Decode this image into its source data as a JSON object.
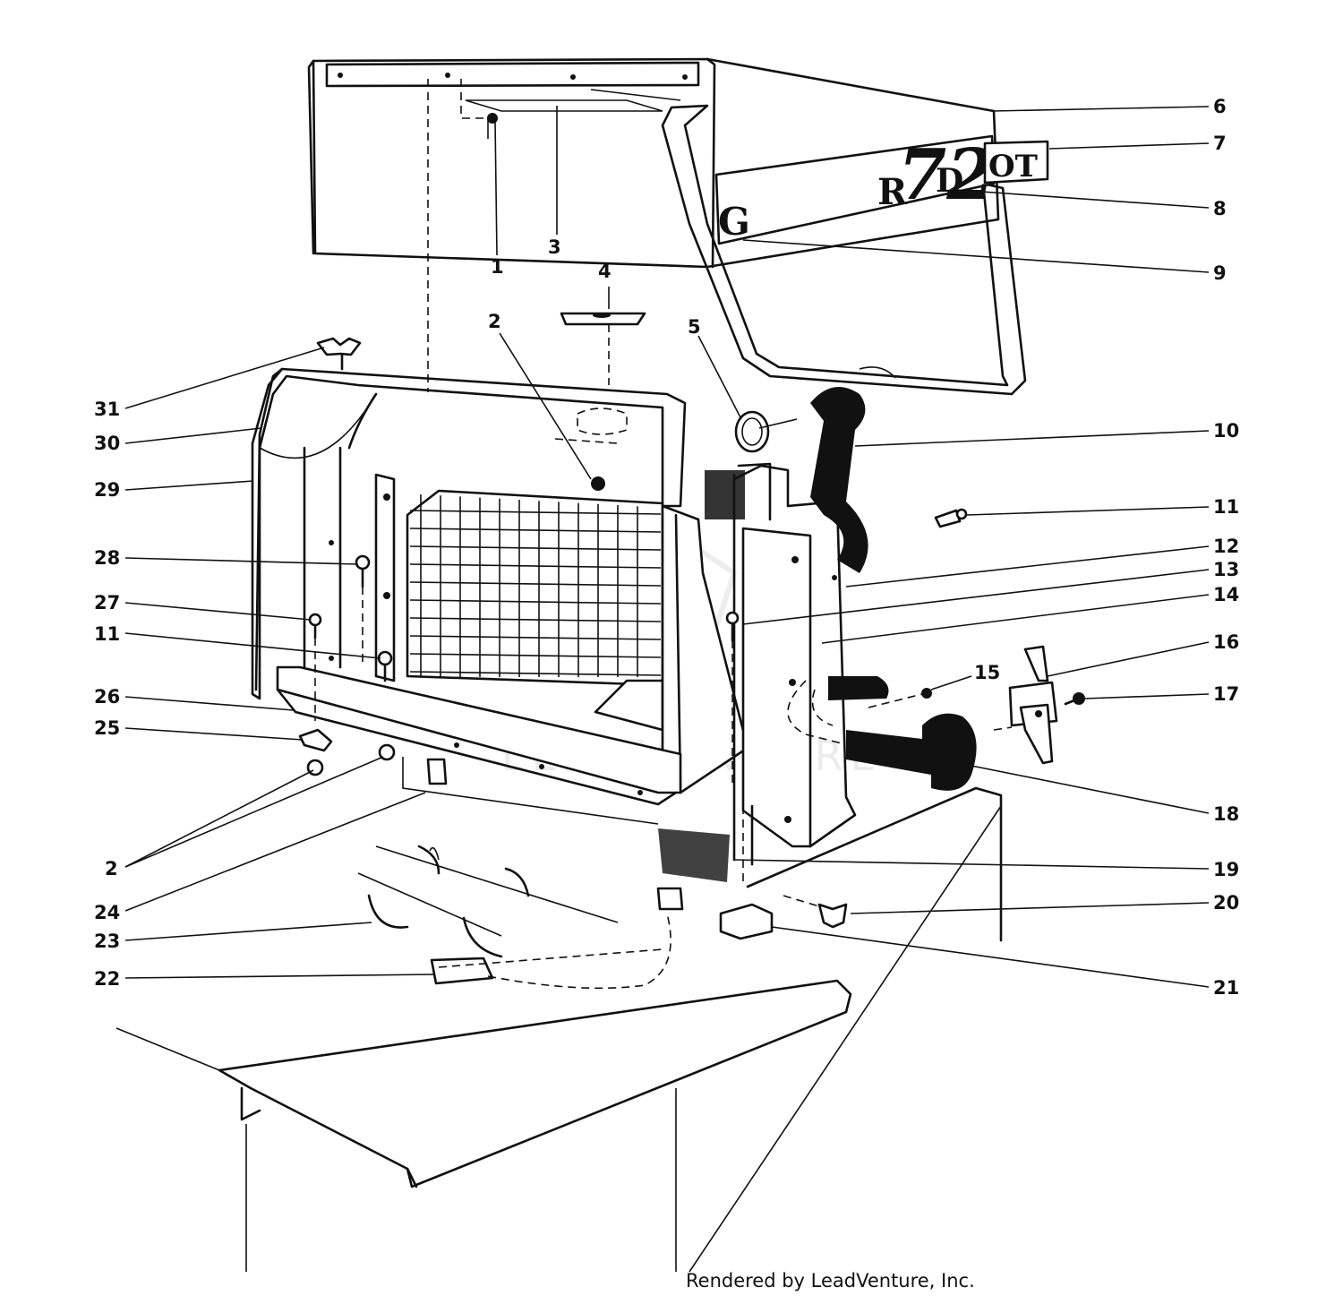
{
  "diagram": {
    "decal": {
      "text_1": "G",
      "text_2": "R",
      "text_3": "72",
      "text_4": "D",
      "text_5": "OT"
    },
    "callouts": [
      "1",
      "2",
      "3",
      "4",
      "5",
      "6",
      "7",
      "8",
      "9",
      "10",
      "11",
      "11",
      "12",
      "13",
      "14",
      "15",
      "16",
      "17",
      "18",
      "19",
      "20",
      "21",
      "22",
      "23",
      "24",
      "2",
      "25",
      "26",
      "27",
      "28",
      "29",
      "30",
      "31"
    ],
    "footer": {
      "credit": "Rendered by LeadVenture, Inc."
    }
  },
  "colors": {
    "ink": "#111111",
    "paper": "#ffffff",
    "watermark": "#d9d9d9"
  }
}
